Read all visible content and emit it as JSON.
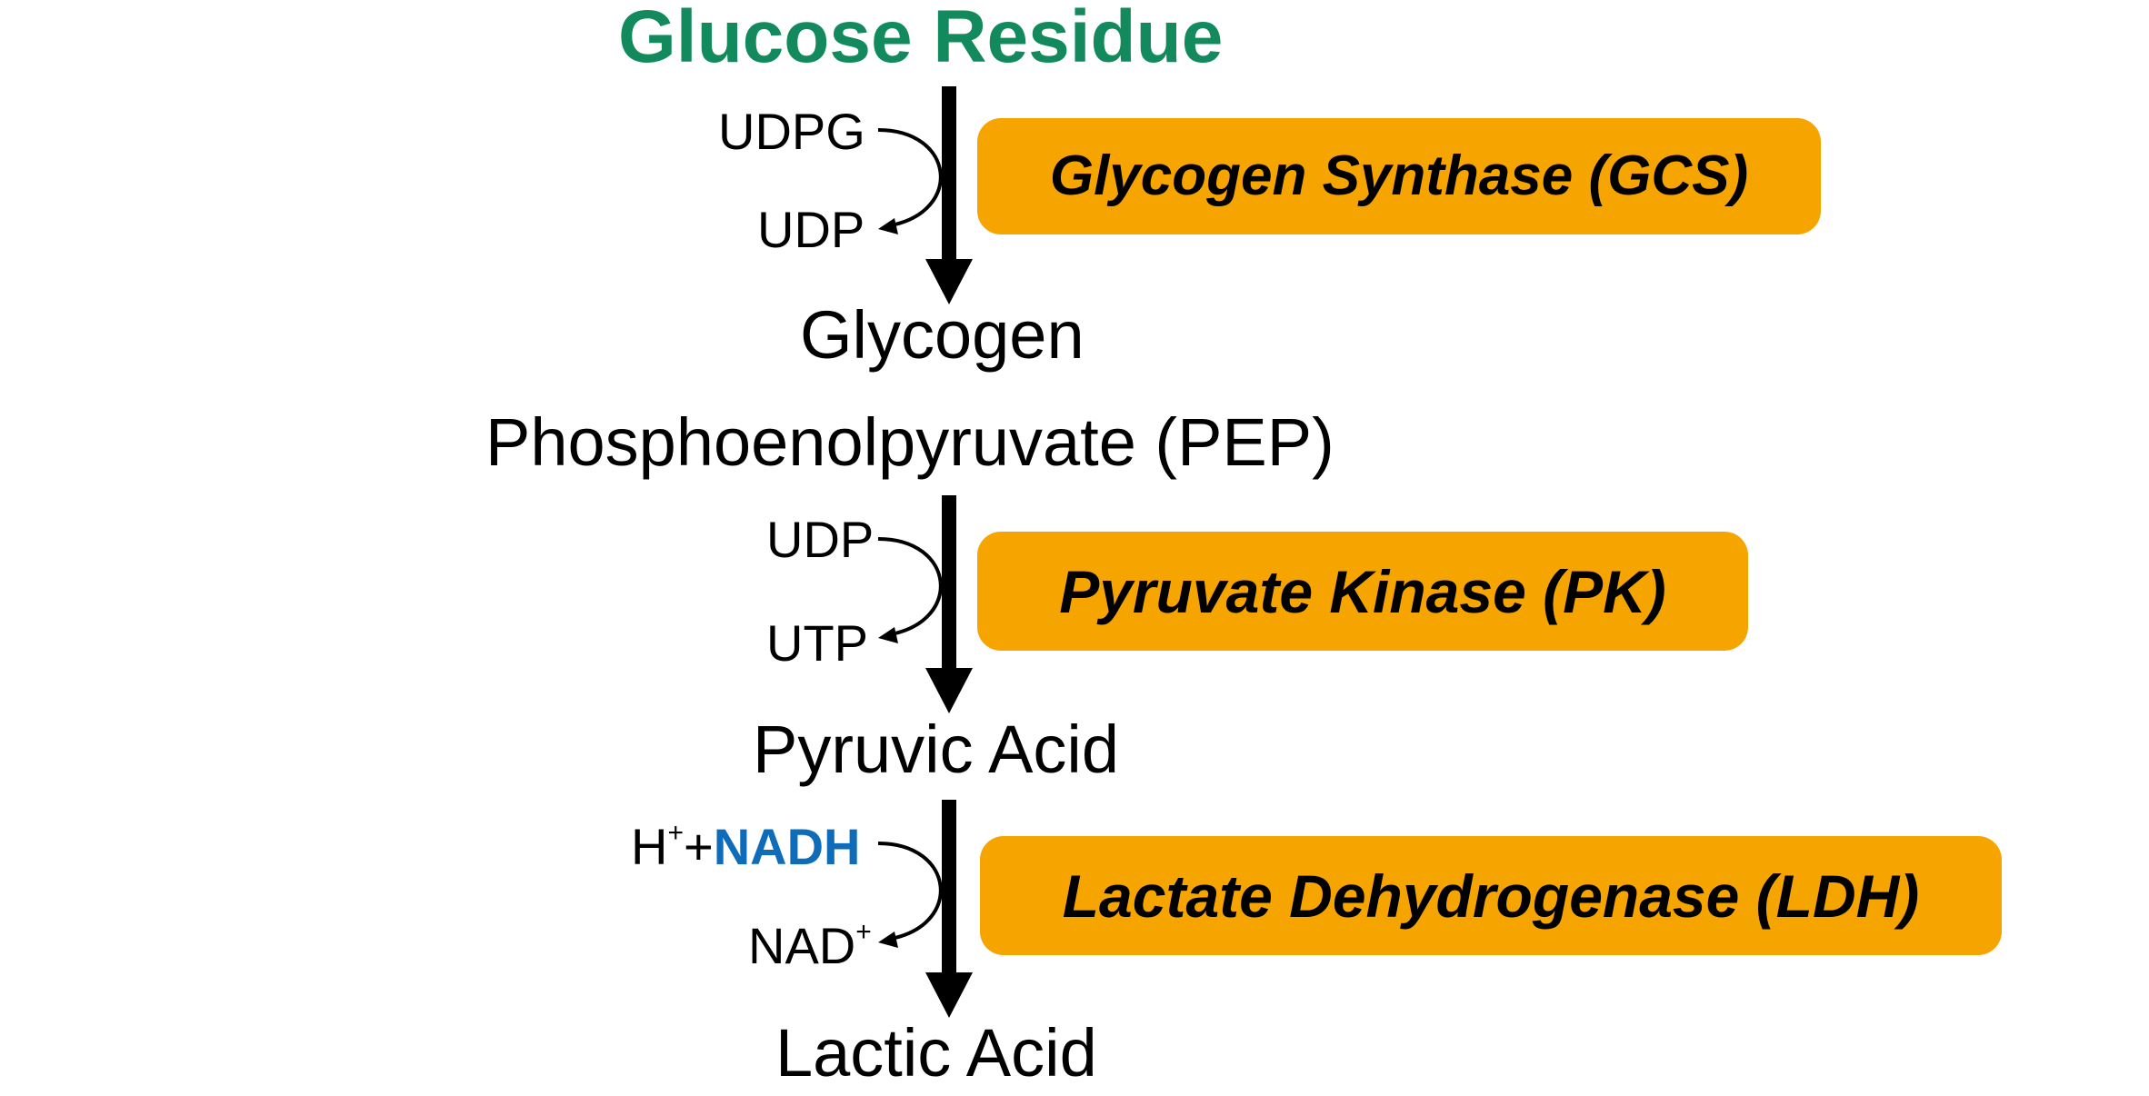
{
  "title": "Glucose Residue",
  "colors": {
    "title": "#138a5e",
    "enzyme_box": "#f5a400",
    "nadh": "#0f6cb8",
    "arrows": "#000000"
  },
  "compounds": {
    "glycogen": "Glycogen",
    "pep": "Phosphoenolpyruvate (PEP)",
    "pyruvic_acid": "Pyruvic Acid",
    "lactic_acid": "Lactic Acid"
  },
  "steps": [
    {
      "enzyme": "Glycogen Synthase (GCS)",
      "cofactor_in": "UDPG",
      "cofactor_out": "UDP"
    },
    {
      "enzyme": "Pyruvate Kinase (PK)",
      "cofactor_in": "UDP",
      "cofactor_out": "UTP"
    },
    {
      "enzyme": "Lactate Dehydrogenase (LDH)",
      "cofactor_in_h": "H",
      "cofactor_in_plus_sup": "+",
      "cofactor_in_plus": "+",
      "cofactor_in_nadh": "NADH",
      "cofactor_out": "NAD",
      "cofactor_out_sup": "+"
    }
  ]
}
